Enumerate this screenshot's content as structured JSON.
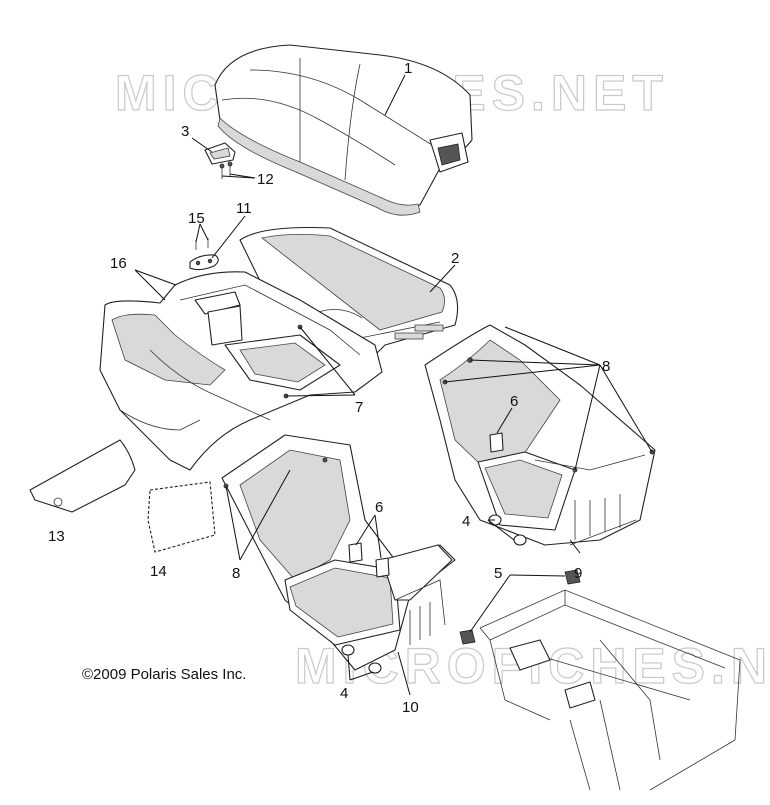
{
  "watermarks": [
    "MICROFICHES.NET",
    "MICROFICHES.NET"
  ],
  "copyright": "©2009 Polaris Sales Inc.",
  "callouts": [
    {
      "id": "c1",
      "text": "1"
    },
    {
      "id": "c2",
      "text": "2"
    },
    {
      "id": "c3",
      "text": "3"
    },
    {
      "id": "c4a",
      "text": "4"
    },
    {
      "id": "c4b",
      "text": "4"
    },
    {
      "id": "c5",
      "text": "5"
    },
    {
      "id": "c6a",
      "text": "6"
    },
    {
      "id": "c6b",
      "text": "6"
    },
    {
      "id": "c7",
      "text": "7"
    },
    {
      "id": "c8a",
      "text": "8"
    },
    {
      "id": "c8b",
      "text": "8"
    },
    {
      "id": "c9",
      "text": "9"
    },
    {
      "id": "c10",
      "text": "10"
    },
    {
      "id": "c11",
      "text": "11"
    },
    {
      "id": "c12",
      "text": "12"
    },
    {
      "id": "c13",
      "text": "13"
    },
    {
      "id": "c14",
      "text": "14"
    },
    {
      "id": "c15",
      "text": "15"
    },
    {
      "id": "c16",
      "text": "16"
    }
  ]
}
